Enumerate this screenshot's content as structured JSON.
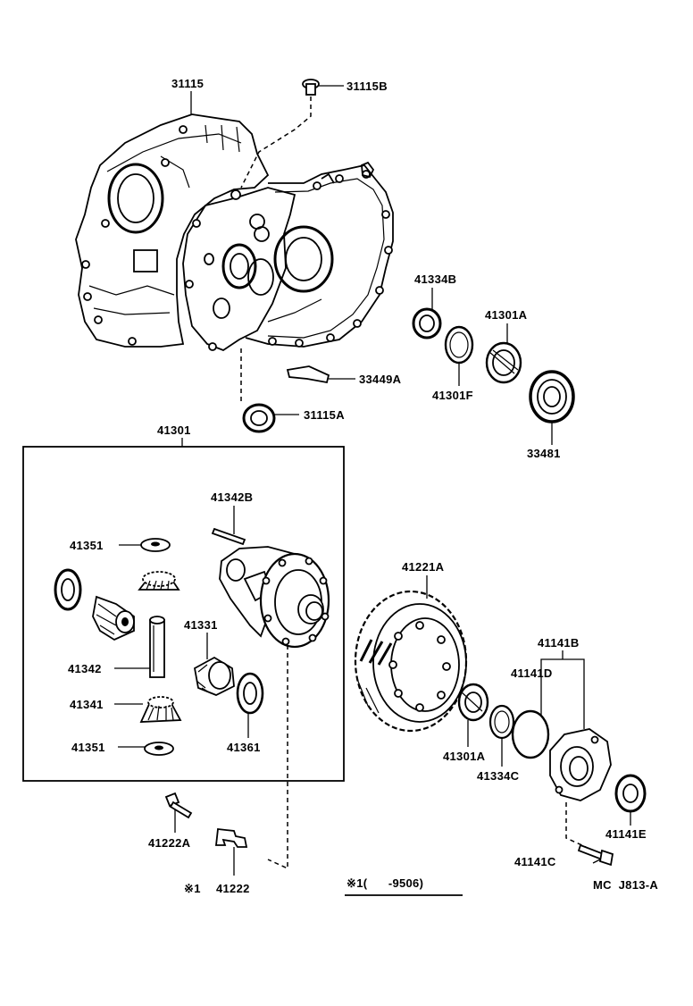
{
  "labels": {
    "p31115": "31115",
    "p31115B": "31115B",
    "p41334B": "41334B",
    "p41301A_top": "41301A",
    "p33449A": "33449A",
    "p41301F": "41301F",
    "p31115A": "31115A",
    "p33481": "33481",
    "p41301": "41301",
    "p41342B": "41342B",
    "p41351_top": "41351",
    "p41331": "41331",
    "p41342": "41342",
    "p41341": "41341",
    "p41351_bottom": "41351",
    "p41361": "41361",
    "p41221A": "41221A",
    "p41141B": "41141B",
    "p41141D": "41141D",
    "p41301A_bottom": "41301A",
    "p41334C": "41334C",
    "p41141E": "41141E",
    "p41141C": "41141C",
    "p41222A": "41222A",
    "p41222": "41222"
  },
  "notes": {
    "marker_41222": "※1",
    "footnote": "※1(      -9506)",
    "diagram_code": "MC  J813-A"
  }
}
